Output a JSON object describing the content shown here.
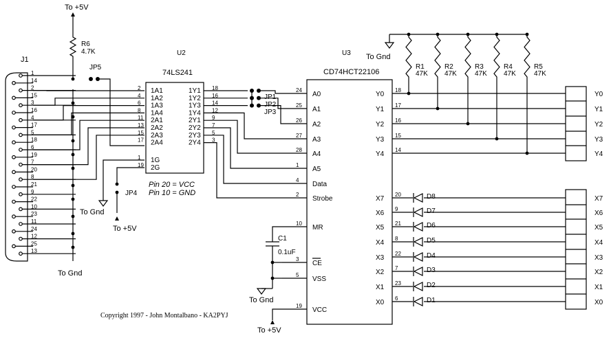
{
  "power": {
    "top": "To +5V",
    "jp4": "To +5V",
    "u3_vcc": "To +5V"
  },
  "ground": {
    "resistors": "To Gnd",
    "jp4": "To Gnd",
    "j1": "To Gnd",
    "c1": "To Gnd"
  },
  "jumpers": {
    "jp1": "JP1",
    "jp2": "JP2",
    "jp3": "JP3",
    "jp4": "JP4",
    "jp5": "JP5"
  },
  "j1": {
    "name": "J1",
    "pins": [
      "1",
      "14",
      "2",
      "15",
      "3",
      "16",
      "4",
      "17",
      "5",
      "18",
      "6",
      "19",
      "7",
      "20",
      "8",
      "21",
      "9",
      "22",
      "10",
      "23",
      "11",
      "24",
      "12",
      "25",
      "13"
    ]
  },
  "r6": {
    "name": "R6",
    "value": "4.7K"
  },
  "u2": {
    "ref": "U2",
    "part": "74LS241",
    "left_pins": [
      "2",
      "4",
      "6",
      "8",
      "11",
      "13",
      "15",
      "17",
      "1",
      "19"
    ],
    "left_names": [
      "1A1",
      "1A2",
      "1A3",
      "1A4",
      "2A1",
      "2A2",
      "2A3",
      "2A4",
      "1G",
      "2G"
    ],
    "right_names": [
      "1Y1",
      "1Y2",
      "1Y3",
      "1Y4",
      "2Y1",
      "2Y2",
      "2Y3",
      "2Y4"
    ],
    "right_pins": [
      "18",
      "16",
      "14",
      "12",
      "9",
      "7",
      "5",
      "3"
    ],
    "note1": "Pin 20 = VCC",
    "note2": "Pin 10 = GND"
  },
  "u3": {
    "ref": "U3",
    "part": "CD74HCT22106",
    "left_pins": [
      "24",
      "25",
      "26",
      "27",
      "28",
      "1",
      "4",
      "2",
      "10",
      "3",
      "5",
      "19"
    ],
    "left_names": [
      "A0",
      "A1",
      "A2",
      "A3",
      "A4",
      "A5",
      "Data",
      "Strobe",
      "MR",
      "CE",
      "VSS",
      "VCC"
    ],
    "right_names": [
      "Y0",
      "Y1",
      "Y2",
      "Y3",
      "Y4",
      "X7",
      "X6",
      "X5",
      "X4",
      "X3",
      "X2",
      "X1",
      "X0"
    ],
    "right_pins": [
      "18",
      "17",
      "16",
      "15",
      "14",
      "20",
      "9",
      "21",
      "8",
      "22",
      "7",
      "23",
      "6"
    ]
  },
  "c1": {
    "name": "C1",
    "value": "0.1uF"
  },
  "resistors": [
    {
      "name": "R1",
      "value": "47K"
    },
    {
      "name": "R2",
      "value": "47K"
    },
    {
      "name": "R3",
      "value": "47K"
    },
    {
      "name": "R4",
      "value": "47K"
    },
    {
      "name": "R5",
      "value": "47K"
    }
  ],
  "diodes": [
    "D8",
    "D7",
    "D6",
    "D5",
    "D4",
    "D3",
    "D2",
    "D1"
  ],
  "y_outputs": [
    "Y0",
    "Y1",
    "Y2",
    "Y3",
    "Y4"
  ],
  "x_outputs": [
    "X7",
    "X6",
    "X5",
    "X4",
    "X3",
    "X2",
    "X1",
    "X0"
  ],
  "copyright": "Copyright 1997 - John Montalbano - KA2PYJ"
}
